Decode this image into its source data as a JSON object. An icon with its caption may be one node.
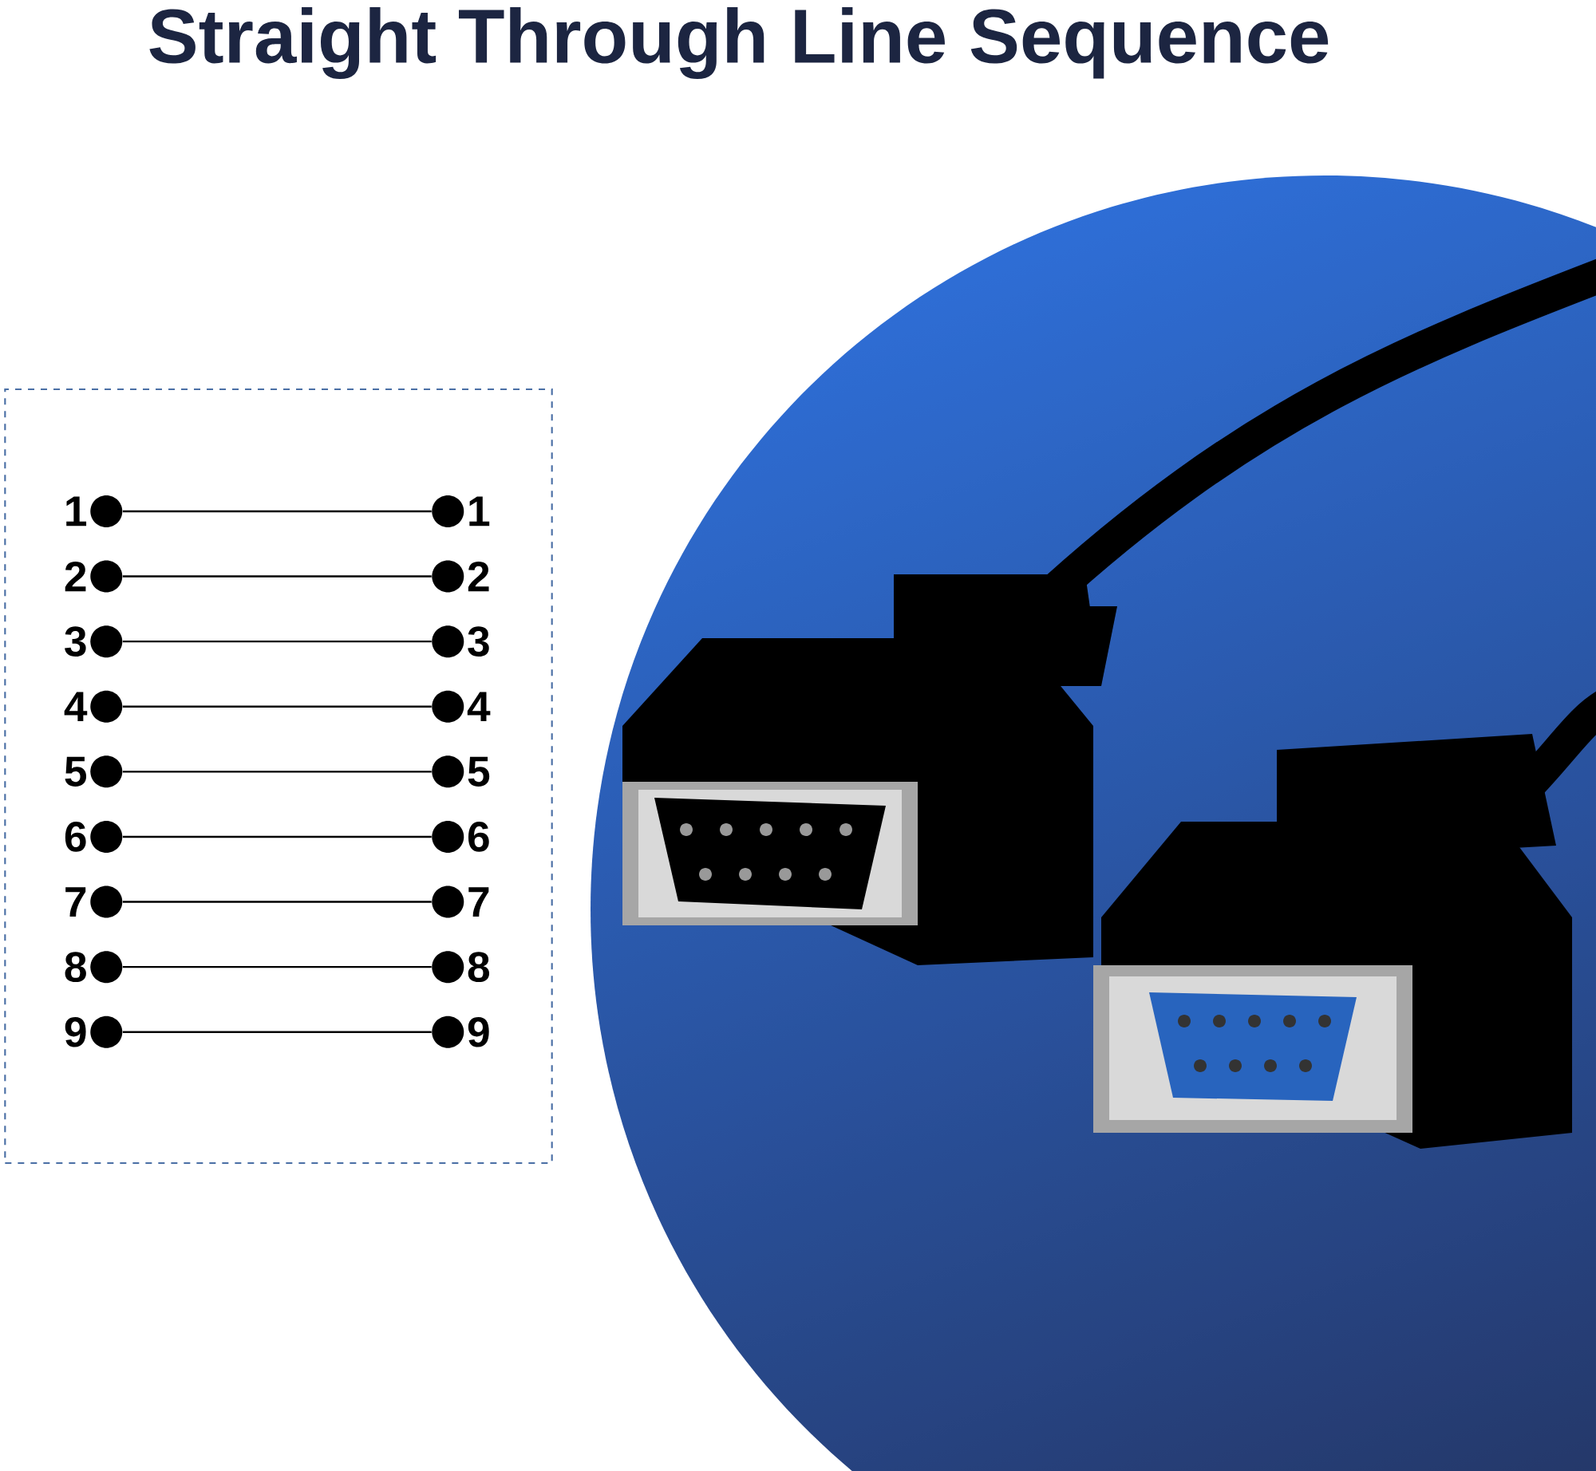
{
  "diagram": {
    "title": "Straight Through Line Sequence",
    "nodes": [
      {
        "text": [],
        "shape": "box"
      },
      {
        "text": [
          "1"
        ],
        "in": 0
      },
      {
        "text": [
          "2"
        ],
        "in": 0
      },
      {
        "text": [
          "3"
        ],
        "in": 0
      },
      {
        "text": [
          "4"
        ],
        "in": 0
      },
      {
        "text": [
          "5"
        ],
        "in": 0
      },
      {
        "text": [
          "6"
        ],
        "in": 0
      },
      {
        "text": [
          "7"
        ],
        "in": 0
      },
      {
        "text": [
          "8"
        ],
        "in": 0
      },
      {
        "text": [
          "9"
        ],
        "in": 0
      },
      {
        "text": [
          "1"
        ],
        "in": 0
      },
      {
        "text": [
          "2"
        ],
        "in": 0
      },
      {
        "text": [
          "3"
        ],
        "in": 0
      },
      {
        "text": [
          "4"
        ],
        "in": 0
      },
      {
        "text": [
          "5"
        ],
        "in": 0
      },
      {
        "text": [
          "6"
        ],
        "in": 0
      },
      {
        "text": [
          "7"
        ],
        "in": 0
      },
      {
        "text": [
          "8"
        ],
        "in": 0
      },
      {
        "text": [
          "9"
        ],
        "in": 0
      }
    ],
    "edges": [
      {
        "from": 1,
        "to": 10,
        "arrow": "none"
      },
      {
        "from": 2,
        "to": 11,
        "arrow": "none"
      },
      {
        "from": 3,
        "to": 12,
        "arrow": "none"
      },
      {
        "from": 4,
        "to": 13,
        "arrow": "none"
      },
      {
        "from": 5,
        "to": 14,
        "arrow": "none"
      },
      {
        "from": 6,
        "to": 15,
        "arrow": "none"
      },
      {
        "from": 7,
        "to": 16,
        "arrow": "none"
      },
      {
        "from": 8,
        "to": 17,
        "arrow": "none"
      },
      {
        "from": 9,
        "to": 18,
        "arrow": "none"
      }
    ]
  }
}
